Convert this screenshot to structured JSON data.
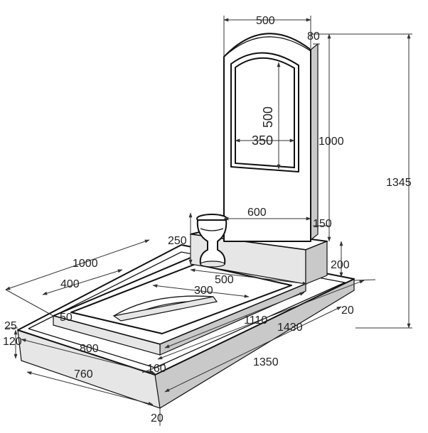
{
  "dimensions": {
    "headstone_width": "500",
    "arch_height": "80",
    "glass_height": "500",
    "glass_width": "350",
    "headstone_height": "1000",
    "total_height": "1345",
    "pedestal_width": "600",
    "pedestal_thickness": "150",
    "vase_height": "250",
    "pedestal_height": "200",
    "flower_bed_length": "1000",
    "flower_bed_inner": "400",
    "flower_bed_width": "500",
    "flower_bed_inner_width": "300",
    "curb_thickness": "50",
    "bed_length": "1110",
    "base_length": "1430",
    "base_edge": "20",
    "slab_top": "25",
    "slab_height": "120",
    "base_width": "800",
    "base_inner_width": "760",
    "corner_width": "160",
    "slab_length": "1350",
    "slab_edge": "20"
  }
}
